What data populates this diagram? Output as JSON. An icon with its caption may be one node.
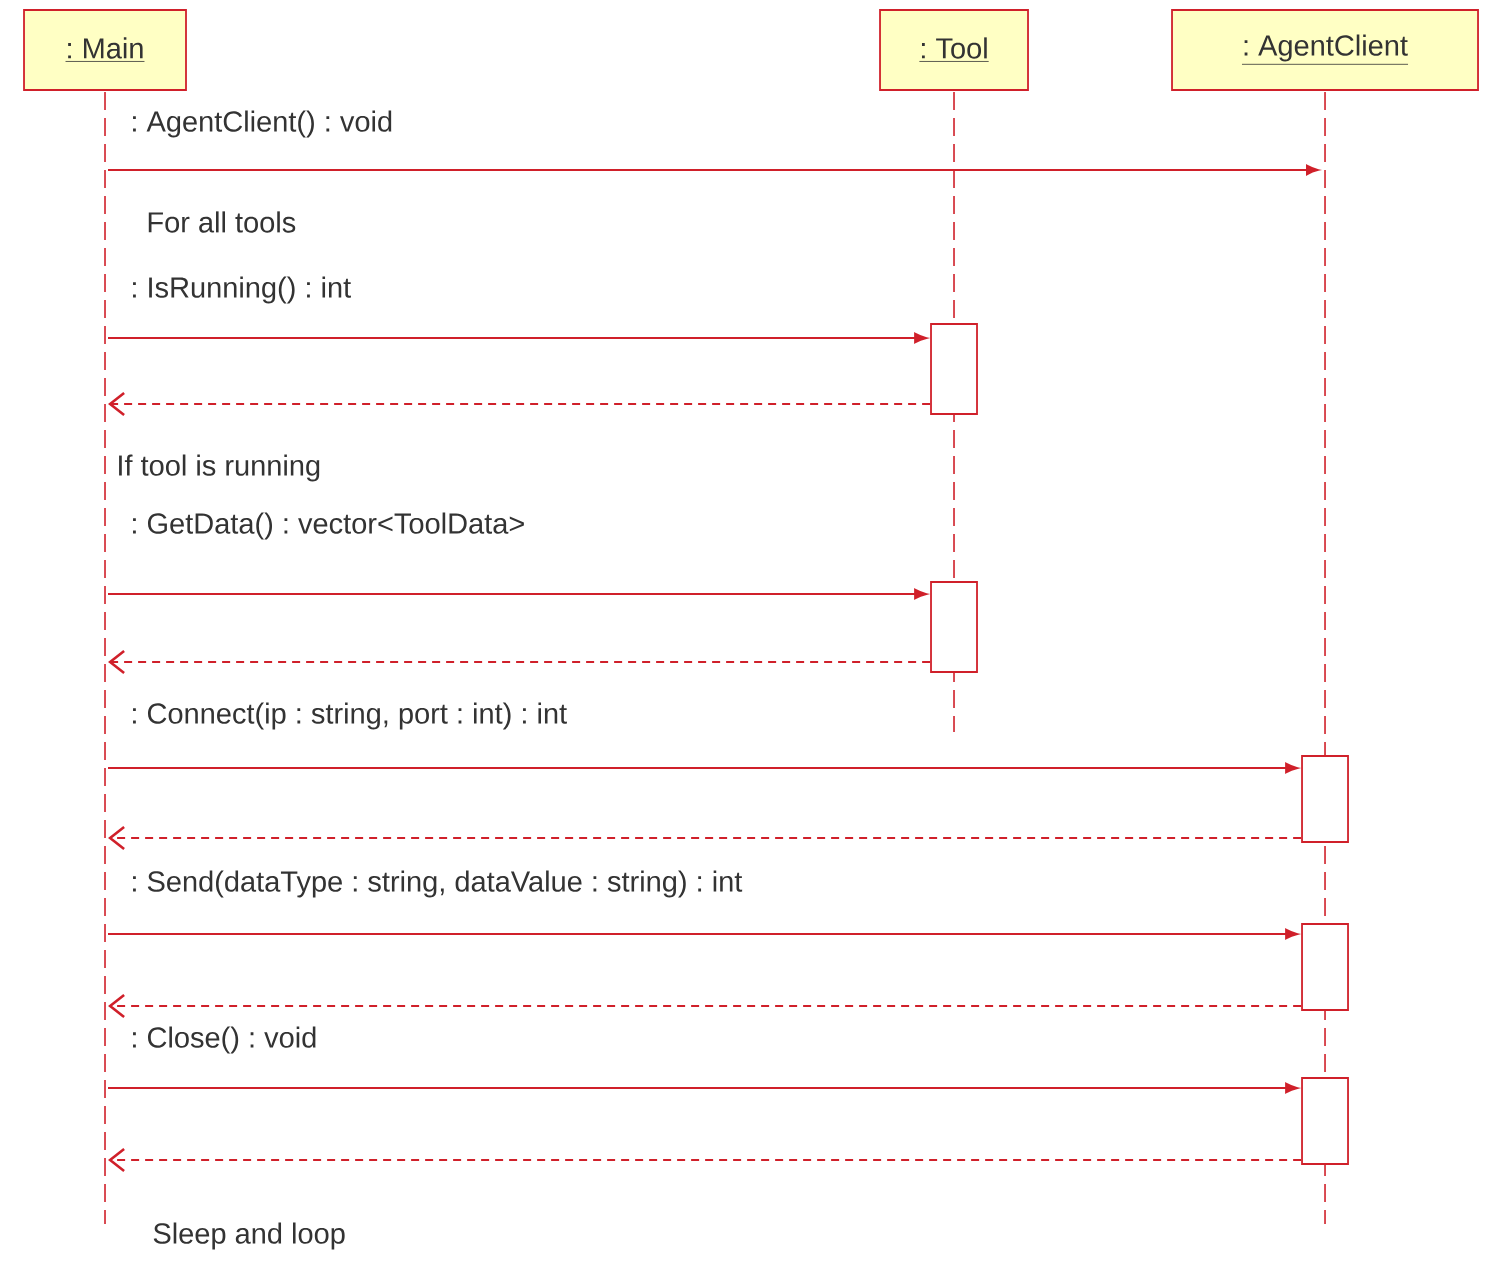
{
  "diagram": {
    "nodes": [
      {
        "text": [
          ": Main"
        ]
      },
      {
        "text": [
          ": Tool"
        ]
      },
      {
        "text": [
          ": AgentClient"
        ]
      },
      {
        "text": [],
        "shape": "line"
      },
      {
        "text": [],
        "shape": "line"
      },
      {
        "text": [],
        "shape": "line"
      },
      {
        "text": [],
        "shape": "bar"
      },
      {
        "text": [],
        "shape": "bar"
      },
      {
        "text": [],
        "shape": "bar"
      },
      {
        "text": [],
        "shape": "bar"
      },
      {
        "text": [],
        "shape": "bar"
      }
    ],
    "edges": [
      {
        "from": 3,
        "to": 5,
        "arrow": "to",
        "label": ": AgentClient() : void"
      },
      {
        "from": 3,
        "to": 6,
        "arrow": "to",
        "label": ": IsRunning() : int"
      },
      {
        "from": 6,
        "to": 3,
        "arrow": "to",
        "style": "dashed"
      },
      {
        "from": 3,
        "to": 7,
        "arrow": "to",
        "label": ": GetData() : vector<ToolData>"
      },
      {
        "from": 7,
        "to": 3,
        "arrow": "to",
        "style": "dashed"
      },
      {
        "from": 3,
        "to": 8,
        "arrow": "to",
        "label": ": Connect(ip : string, port : int) : int"
      },
      {
        "from": 8,
        "to": 3,
        "arrow": "to",
        "style": "dashed"
      },
      {
        "from": 3,
        "to": 9,
        "arrow": "to",
        "label": ": Send(dataType : string, dataValue : string) : int"
      },
      {
        "from": 9,
        "to": 3,
        "arrow": "to",
        "style": "dashed"
      },
      {
        "from": 3,
        "to": 10,
        "arrow": "to",
        "label": ": Close() : void"
      },
      {
        "from": 10,
        "to": 3,
        "arrow": "to",
        "style": "dashed"
      }
    ],
    "labels": [
      "For all tools",
      "If tool is running",
      "Sleep and loop"
    ]
  }
}
